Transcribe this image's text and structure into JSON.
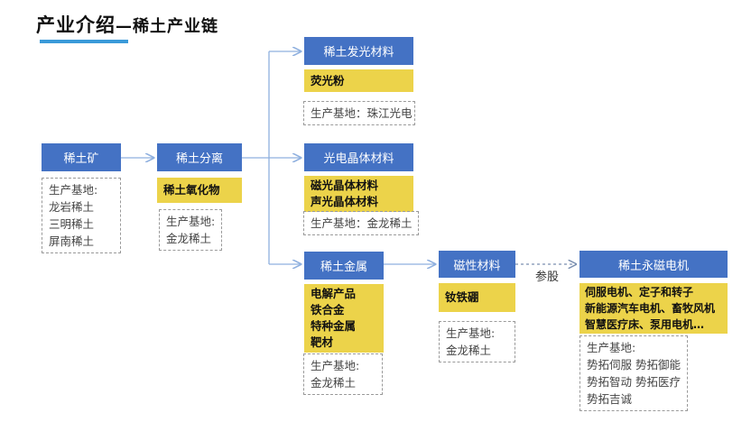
{
  "title": {
    "main": "产业介绍",
    "sub": "—稀土产业链"
  },
  "nodes": {
    "ore": {
      "label": "稀土矿",
      "base_title": "生产基地:",
      "bases": [
        "龙岩稀土",
        "三明稀土",
        "屏南稀土"
      ]
    },
    "separation": {
      "label": "稀土分离",
      "products": [
        "稀土氧化物"
      ],
      "base_title": "生产基地:",
      "bases": [
        "金龙稀土"
      ]
    },
    "luminescent": {
      "label": "稀土发光材料",
      "products": [
        "荧光粉"
      ],
      "base": "生产基地：珠江光电"
    },
    "optoelectronic": {
      "label": "光电晶体材料",
      "products": [
        "磁光晶体材料",
        "声光晶体材料"
      ],
      "base": "生产基地：金龙稀土"
    },
    "metal": {
      "label": "稀土金属",
      "products": [
        "电解产品",
        "铁合金",
        "特种金属",
        "靶材"
      ],
      "base_title": "生产基地:",
      "bases": [
        "金龙稀土"
      ]
    },
    "magnetic": {
      "label": "磁性材料",
      "products": [
        "钕铁硼"
      ],
      "base_title": "生产基地:",
      "bases": [
        "金龙稀土"
      ]
    },
    "motor": {
      "label": "稀土永磁电机",
      "products": [
        "伺服电机、定子和转子",
        "新能源汽车电机、畜牧风机",
        "智慧医疗床、泵用电机…"
      ],
      "base_title": "生产基地:",
      "bases": [
        "势拓伺服 势拓御能",
        "势拓智动 势拓医疗",
        "势拓吉诚"
      ]
    }
  },
  "equity_label": "参股",
  "colors": {
    "node_blue": "#4472c4",
    "product_yellow": "#ecd34a",
    "accent_bar": "#3a9ad9",
    "arrow": "#8fb0df"
  }
}
